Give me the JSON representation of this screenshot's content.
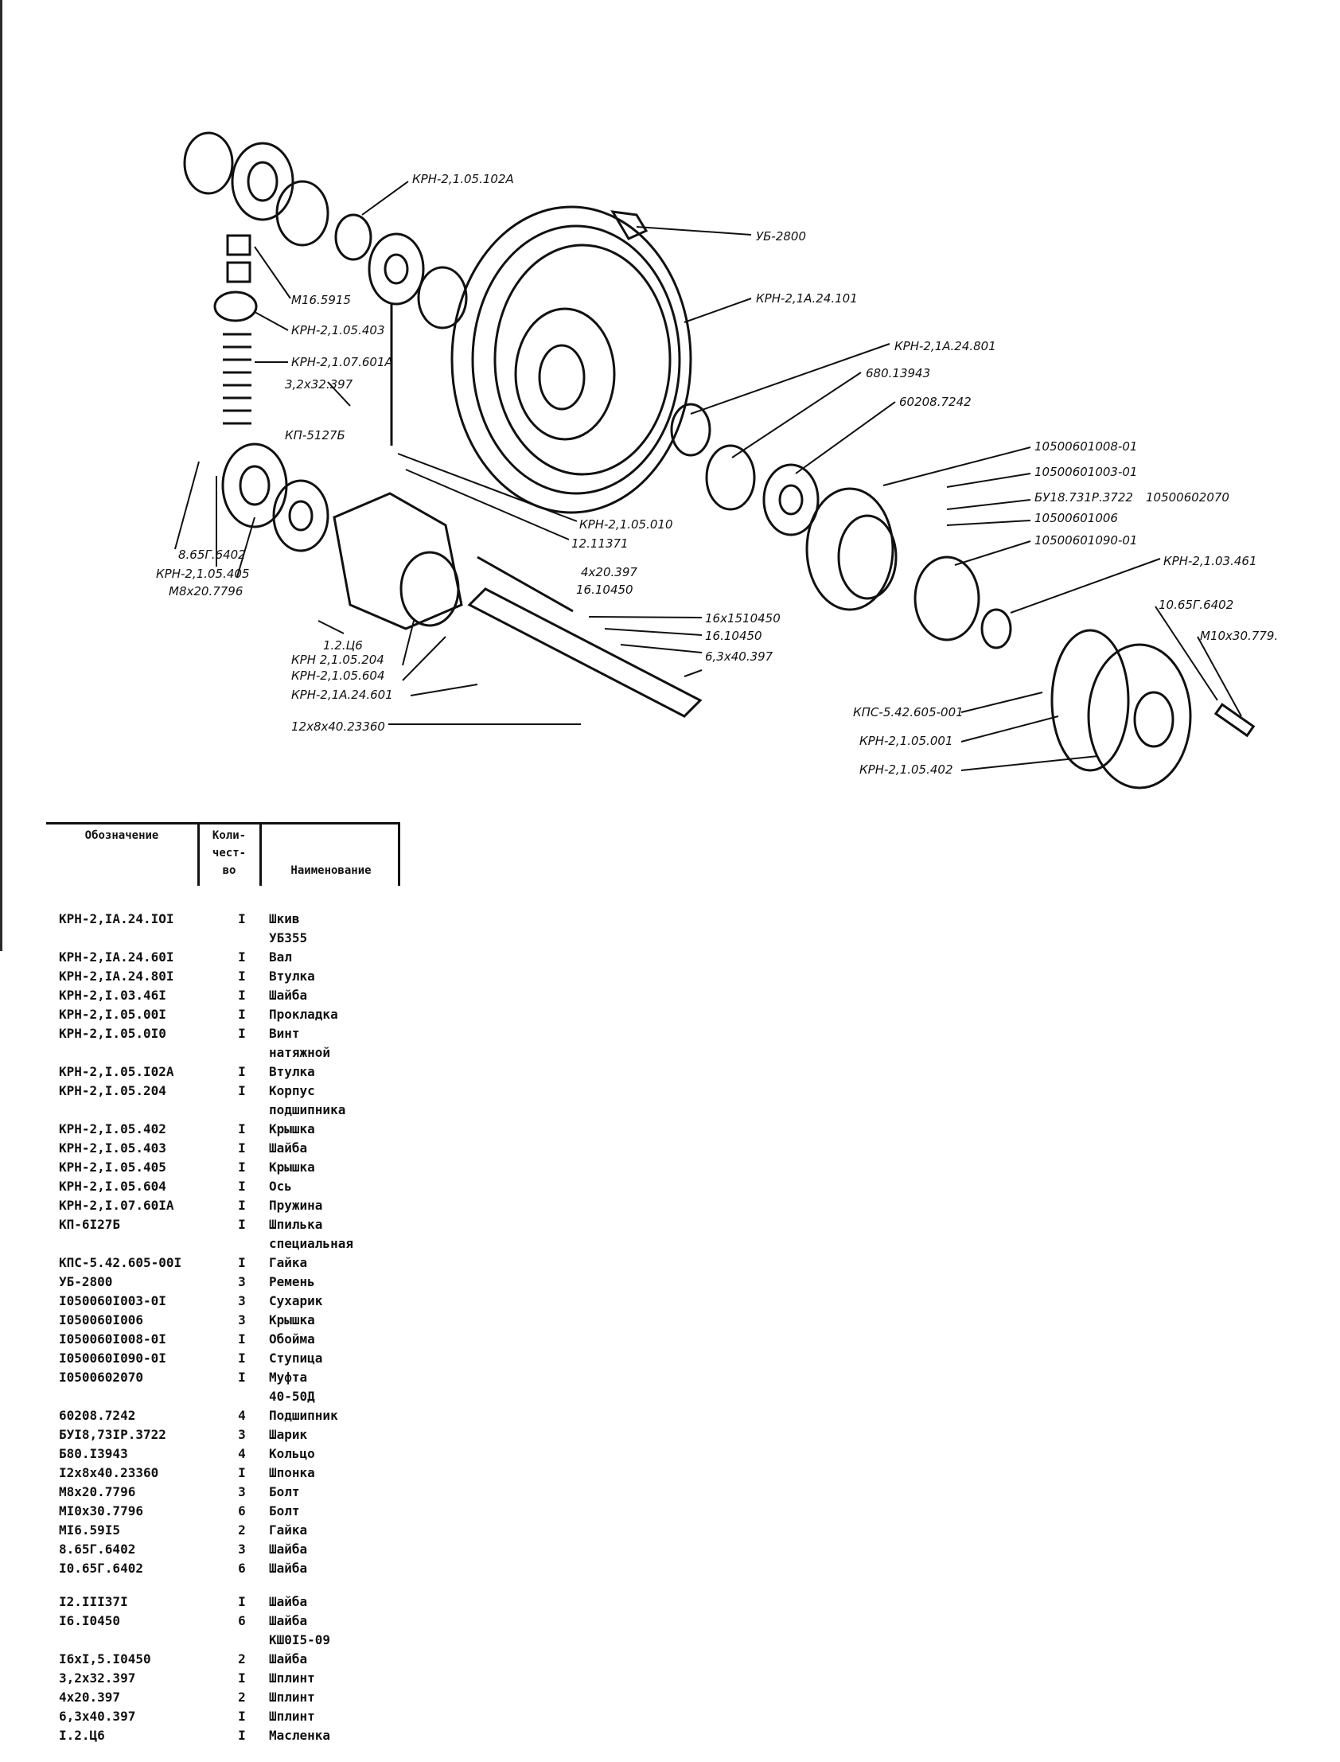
{
  "drawing": {
    "callouts": [
      "КРН-2,1.05.102А",
      "УБ-2800",
      "КРН-2,1А.24.101",
      "КРН-2,1А.24.801",
      "680.13943",
      "60208.7242",
      "10500601008-01",
      "10500601003-01",
      "БУ18.731Р.3722",
      "10500601006",
      "10500601090-01",
      "10500602070",
      "КРН-2,1.03.461",
      "10.65Г.6402",
      "М10х30.779.",
      "КПС-5.42.605-001",
      "КРН-2,1.05.001",
      "КРН-2,1.05.402",
      "М16.5915",
      "КРН-2,1.05.403",
      "КРН-2,1.07.601А",
      "3,2х32.397",
      "КП-5127Б",
      "8.65Г.6402",
      "КРН-2,1.05.405",
      "М8х20.7796",
      "КРН-2,1.05.010",
      "12.11371",
      "4х20.397",
      "16.10450",
      "16х1510450",
      "16.10450",
      "6,3х40.397",
      "1.2.Ц6",
      "КРН 2,1.05.204",
      "КРН-2,1.05.604",
      "КРН-2,1А.24.601",
      "12х8х40.23360"
    ]
  },
  "table": {
    "header": {
      "designation": "Обозначение",
      "qty": "Коли-\nчест-\nво",
      "name": "Наименование"
    },
    "rows": [
      {
        "code": "КРН-2,IА.24.IOI",
        "qty": "I",
        "name": "Шкив\nУБ355"
      },
      {
        "code": "КРН-2,IА.24.60I",
        "qty": "I",
        "name": "Вал"
      },
      {
        "code": "КРН-2,IА.24.80I",
        "qty": "I",
        "name": "Втулка"
      },
      {
        "code": "КРН-2,I.03.46I",
        "qty": "I",
        "name": "Шайба"
      },
      {
        "code": "КРН-2,I.05.00I",
        "qty": "I",
        "name": "Прокладка"
      },
      {
        "code": "КРН-2,I.05.0I0",
        "qty": "I",
        "name": "Винт\nнатяжной"
      },
      {
        "code": "КРН-2,I.05.I02А",
        "qty": "I",
        "name": "Втулка"
      },
      {
        "code": "КРН-2,I.05.204",
        "qty": "I",
        "name": "Корпус\nподшипника"
      },
      {
        "code": "КРН-2,I.05.402",
        "qty": "I",
        "name": "Крышка"
      },
      {
        "code": "КРН-2,I.05.403",
        "qty": "I",
        "name": "Шайба"
      },
      {
        "code": "КРН-2,I.05.405",
        "qty": "I",
        "name": "Крышка"
      },
      {
        "code": "КРН-2,I.05.604",
        "qty": "I",
        "name": "Ось"
      },
      {
        "code": "КРН-2,I.07.60IА",
        "qty": "I",
        "name": "Пружина"
      },
      {
        "code": "КП-6I27Б",
        "qty": "I",
        "name": "Шпилька\nспециальная"
      },
      {
        "code": "КПС-5.42.605-00I",
        "qty": "I",
        "name": "Гайка"
      },
      {
        "code": "УБ-2800",
        "qty": "3",
        "name": "Ремень"
      },
      {
        "code": "I050060I003-0I",
        "qty": "3",
        "name": "Сухарик"
      },
      {
        "code": "I050060I006",
        "qty": "3",
        "name": "Крышка"
      },
      {
        "code": "I050060I008-0I",
        "qty": "I",
        "name": "Обойма"
      },
      {
        "code": "I050060I090-0I",
        "qty": "I",
        "name": "Ступица"
      },
      {
        "code": "I0500602070",
        "qty": "I",
        "name": "Муфта\n40-50Д"
      },
      {
        "code": "60208.7242",
        "qty": "4",
        "name": "Подшипник"
      },
      {
        "code": "БУI8,73IР.3722",
        "qty": "3",
        "name": "Шарик"
      },
      {
        "code": "Б80.I3943",
        "qty": "4",
        "name": "Кольцо"
      },
      {
        "code": "I2х8х40.23360",
        "qty": "I",
        "name": "Шпонка"
      },
      {
        "code": "М8х20.7796",
        "qty": "3",
        "name": "Болт"
      },
      {
        "code": "МI0х30.7796",
        "qty": "6",
        "name": "Болт"
      },
      {
        "code": "МI6.59I5",
        "qty": "2",
        "name": "Гайка"
      },
      {
        "code": "8.65Г.6402",
        "qty": "3",
        "name": "Шайба"
      },
      {
        "code": "I0.65Г.6402",
        "qty": "6",
        "name": "Шайба"
      },
      {
        "code": "I2.III37I",
        "qty": "I",
        "name": "Шайба"
      },
      {
        "code": "I6.I0450",
        "qty": "6",
        "name": "Шайба\nКШ0I5-09"
      },
      {
        "code": "I6хI,5.I0450",
        "qty": "2",
        "name": "Шайба"
      },
      {
        "code": "3,2х32.397",
        "qty": "I",
        "name": "Шплинт"
      },
      {
        "code": "4х20.397",
        "qty": "2",
        "name": "Шплинт"
      },
      {
        "code": "6,3х40.397",
        "qty": "I",
        "name": "Шплинт"
      },
      {
        "code": "I.2.Ц6",
        "qty": "I",
        "name": "Масленка"
      }
    ]
  }
}
